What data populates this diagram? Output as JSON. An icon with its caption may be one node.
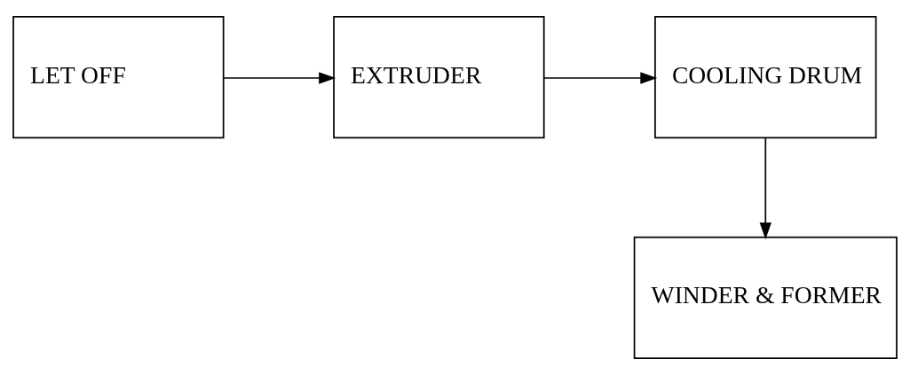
{
  "diagram": {
    "nodes": [
      {
        "text": [
          "LET OFF"
        ]
      },
      {
        "text": [
          "EXTRUDER"
        ]
      },
      {
        "text": [
          "COOLING DRUM"
        ]
      },
      {
        "text": [
          "WINDER & FORMER"
        ]
      }
    ],
    "edges": [
      {
        "from": 0,
        "to": 1,
        "arrow": "to"
      },
      {
        "from": 1,
        "to": 2,
        "arrow": "to"
      },
      {
        "from": 2,
        "to": 3,
        "arrow": "to"
      }
    ]
  }
}
